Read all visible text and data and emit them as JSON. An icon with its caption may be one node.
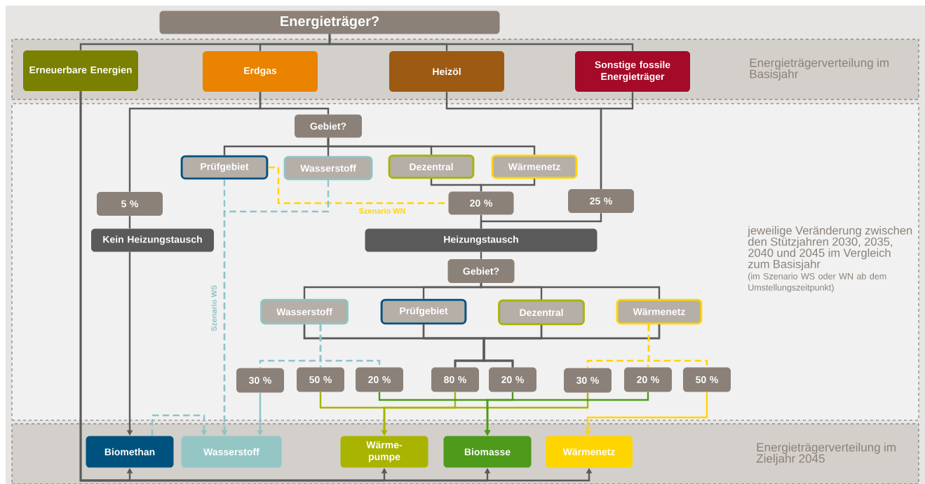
{
  "diagram": {
    "nodes": [
      {
        "text": [
          "Energieträger?"
        ]
      },
      {
        "text": [
          "Energieträgerverteilung im Basisjahr"
        ]
      },
      {
        "text": [
          "Erneuerbare Energien"
        ],
        "in": 1
      },
      {
        "text": [
          "Erdgas"
        ],
        "in": 1
      },
      {
        "text": [
          "Heizöl"
        ],
        "in": 1
      },
      {
        "text": [
          "Sonstige fossile Energieträger"
        ],
        "in": 1
      },
      {
        "text": [
          "jeweilige Veränderung zwischen den Stützjahren 2030, 2035, 2040 und 2045 im Vergleich zum Basisjahr",
          "(im Szenario WS oder WN ab dem Umstellungszeitpunkt)"
        ]
      },
      {
        "text": [
          "Gebiet?"
        ],
        "in": 6
      },
      {
        "text": [
          "Prüfgebiet"
        ],
        "in": 6
      },
      {
        "text": [
          "Wasserstoff"
        ],
        "in": 6
      },
      {
        "text": [
          "Dezentral"
        ],
        "in": 6
      },
      {
        "text": [
          "Wärmenetz"
        ],
        "in": 6
      },
      {
        "text": [
          "5 %"
        ],
        "in": 6
      },
      {
        "text": [
          "20 %"
        ],
        "in": 6
      },
      {
        "text": [
          "25 %"
        ],
        "in": 6
      },
      {
        "text": [
          "Kein Heizungstausch"
        ],
        "in": 6
      },
      {
        "text": [
          "Heizungstausch"
        ],
        "in": 6
      },
      {
        "text": [
          "Gebiet?"
        ],
        "in": 6
      },
      {
        "text": [
          "Wasserstoff"
        ],
        "in": 6
      },
      {
        "text": [
          "Prüfgebiet"
        ],
        "in": 6
      },
      {
        "text": [
          "Dezentral"
        ],
        "in": 6
      },
      {
        "text": [
          "Wärmenetz"
        ],
        "in": 6
      },
      {
        "text": [
          "30 %"
        ],
        "in": 6
      },
      {
        "text": [
          "50 %"
        ],
        "in": 6
      },
      {
        "text": [
          "20 %"
        ],
        "in": 6
      },
      {
        "text": [
          "80 %"
        ],
        "in": 6
      },
      {
        "text": [
          "20 %"
        ],
        "in": 6
      },
      {
        "text": [
          "30 %"
        ],
        "in": 6
      },
      {
        "text": [
          "20 %"
        ],
        "in": 6
      },
      {
        "text": [
          "50 %"
        ],
        "in": 6
      },
      {
        "text": [
          "Energieträgerverteilung im Zieljahr 2045"
        ]
      },
      {
        "text": [
          "Biomethan"
        ],
        "in": 30
      },
      {
        "text": [
          "Wasserstoff"
        ],
        "in": 30
      },
      {
        "text": [
          "Wärme- pumpe"
        ],
        "in": 30
      },
      {
        "text": [
          "Biomasse"
        ],
        "in": 30
      },
      {
        "text": [
          "Wärmenetz"
        ],
        "in": 30
      }
    ],
    "edges": [
      {
        "from": 0,
        "to": 2,
        "arrow": "none"
      },
      {
        "from": 0,
        "to": 3,
        "arrow": "none"
      },
      {
        "from": 0,
        "to": 4,
        "arrow": "none"
      },
      {
        "from": 0,
        "to": 5,
        "arrow": "none"
      },
      {
        "from": 2,
        "to": 31,
        "arrow": "to"
      },
      {
        "from": 2,
        "to": 33,
        "arrow": "to"
      },
      {
        "from": 2,
        "to": 34,
        "arrow": "to"
      },
      {
        "from": 2,
        "to": 35,
        "arrow": "to"
      },
      {
        "from": 3,
        "to": 12,
        "arrow": "none"
      },
      {
        "from": 3,
        "to": 7,
        "arrow": "none"
      },
      {
        "from": 4,
        "to": 14,
        "arrow": "none"
      },
      {
        "from": 5,
        "to": 14,
        "arrow": "none"
      },
      {
        "from": 7,
        "to": 8,
        "arrow": "none"
      },
      {
        "from": 7,
        "to": 9,
        "arrow": "none"
      },
      {
        "from": 7,
        "to": 10,
        "arrow": "none"
      },
      {
        "from": 7,
        "to": 11,
        "arrow": "none"
      },
      {
        "from": 10,
        "to": 13,
        "arrow": "none"
      },
      {
        "from": 11,
        "to": 13,
        "arrow": "none"
      },
      {
        "from": 8,
        "to": 13,
        "arrow": "none",
        "label": "Szenario WN",
        "style": "dashed",
        "color": "#ffd500"
      },
      {
        "from": 8,
        "to": 32,
        "arrow": "to",
        "label": "Szenario WS",
        "style": "dashed",
        "color": "#8fc3c6"
      },
      {
        "from": 9,
        "to": 32,
        "arrow": "to",
        "style": "dashed",
        "color": "#8fc3c6"
      },
      {
        "from": 12,
        "to": 15,
        "arrow": "none"
      },
      {
        "from": 13,
        "to": 16,
        "arrow": "none"
      },
      {
        "from": 14,
        "to": 16,
        "arrow": "none"
      },
      {
        "from": 15,
        "to": 31,
        "arrow": "to"
      },
      {
        "from": 16,
        "to": 17,
        "arrow": "none"
      },
      {
        "from": 17,
        "to": 18,
        "arrow": "none"
      },
      {
        "from": 17,
        "to": 19,
        "arrow": "none"
      },
      {
        "from": 17,
        "to": 20,
        "arrow": "none"
      },
      {
        "from": 17,
        "to": 21,
        "arrow": "none"
      },
      {
        "from": 18,
        "to": 25,
        "arrow": "none"
      },
      {
        "from": 18,
        "to": 26,
        "arrow": "none"
      },
      {
        "from": 19,
        "to": 25,
        "arrow": "none"
      },
      {
        "from": 19,
        "to": 26,
        "arrow": "none"
      },
      {
        "from": 20,
        "to": 25,
        "arrow": "none"
      },
      {
        "from": 20,
        "to": 26,
        "arrow": "none"
      },
      {
        "from": 21,
        "to": 25,
        "arrow": "none"
      },
      {
        "from": 21,
        "to": 26,
        "arrow": "none"
      },
      {
        "from": 18,
        "to": 22,
        "arrow": "none",
        "style": "dashed",
        "color": "#8fc3c6"
      },
      {
        "from": 18,
        "to": 23,
        "arrow": "none",
        "style": "dashed",
        "color": "#8fc3c6"
      },
      {
        "from": 18,
        "to": 24,
        "arrow": "none",
        "style": "dashed",
        "color": "#8fc3c6"
      },
      {
        "from": 21,
        "to": 27,
        "arrow": "none",
        "style": "dashed",
        "color": "#ffd500"
      },
      {
        "from": 21,
        "to": 28,
        "arrow": "none",
        "style": "dashed",
        "color": "#ffd500"
      },
      {
        "from": 21,
        "to": 29,
        "arrow": "none",
        "style": "dashed",
        "color": "#ffd500"
      },
      {
        "from": 22,
        "to": 32,
        "arrow": "to",
        "color": "#8fc3c6"
      },
      {
        "from": 23,
        "to": 33,
        "arrow": "to",
        "color": "#a8b400"
      },
      {
        "from": 25,
        "to": 33,
        "arrow": "to",
        "color": "#a8b400"
      },
      {
        "from": 27,
        "to": 33,
        "arrow": "to",
        "color": "#a8b400"
      },
      {
        "from": 24,
        "to": 34,
        "arrow": "to",
        "color": "#4e9a1a"
      },
      {
        "from": 26,
        "to": 34,
        "arrow": "to",
        "color": "#4e9a1a"
      },
      {
        "from": 28,
        "to": 34,
        "arrow": "to",
        "color": "#4e9a1a"
      },
      {
        "from": 29,
        "to": 35,
        "arrow": "to",
        "color": "#ffd500"
      },
      {
        "from": 31,
        "to": 32,
        "arrow": "to",
        "style": "dashed",
        "color": "#8fc3c6"
      }
    ]
  }
}
